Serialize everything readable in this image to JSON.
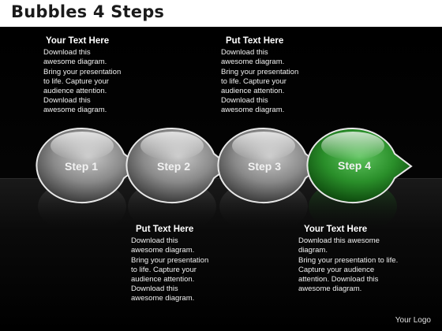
{
  "title": "Bubbles 4 Steps",
  "steps": [
    {
      "label": "Step 1",
      "color": "#8a8a8a"
    },
    {
      "label": "Step 2",
      "color": "#8a8a8a"
    },
    {
      "label": "Step 3",
      "color": "#8a8a8a"
    },
    {
      "label": "Step 4",
      "color": "#2e8b2e"
    }
  ],
  "texts": [
    {
      "heading": "Your Text Here",
      "lines": [
        "Download this",
        "awesome diagram.",
        "Bring your presentation",
        "to life. Capture your",
        "audience attention.",
        "Download this",
        "awesome diagram."
      ]
    },
    {
      "heading": "Put Text Here",
      "lines": [
        "Download this",
        "awesome diagram.",
        "Bring your presentation",
        "to life. Capture your",
        "audience attention.",
        "Download this",
        "awesome diagram."
      ]
    },
    {
      "heading": "Put Text Here",
      "lines": [
        "Download this",
        "awesome diagram.",
        "Bring your presentation",
        "to life. Capture your",
        "audience attention.",
        "Download this",
        "awesome diagram."
      ]
    },
    {
      "heading": "Your Text Here",
      "lines": [
        "Download this awesome",
        "diagram.",
        "Bring your presentation to life.",
        "Capture your audience",
        "attention. Download this",
        "awesome diagram."
      ]
    }
  ],
  "logo": "Your Logo"
}
